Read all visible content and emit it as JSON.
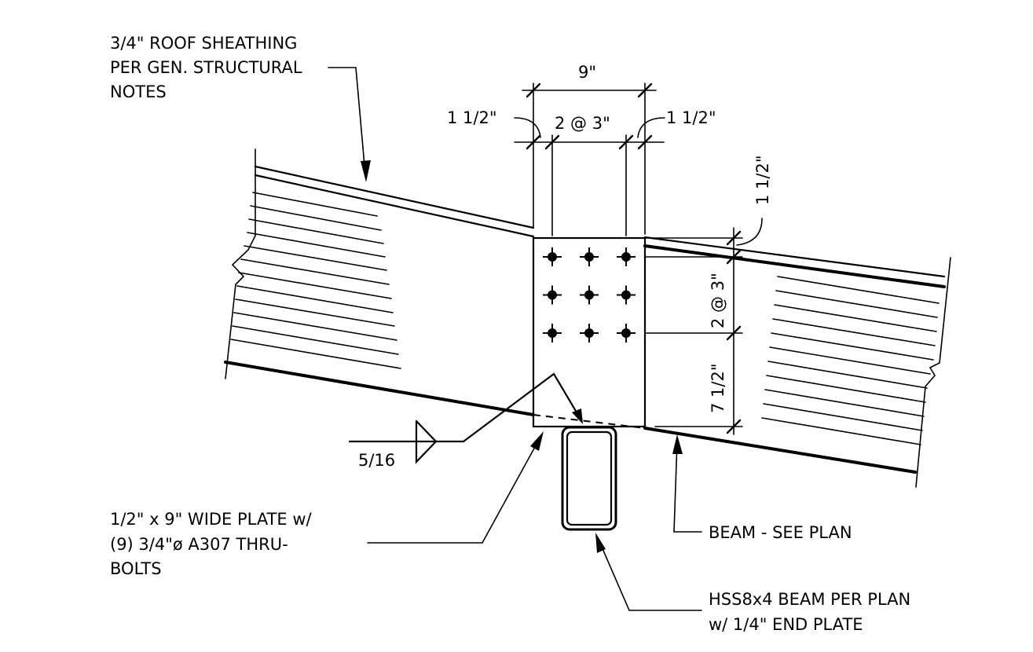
{
  "notes": {
    "sheathing": [
      "3/4\" ROOF SHEATHING",
      "PER GEN. STRUCTURAL",
      "NOTES"
    ],
    "plate": [
      "1/2\" x 9\" WIDE PLATE w/",
      "(9) 3/4\"ø A307 THRU-",
      "BOLTS"
    ],
    "beam": [
      "BEAM - SEE PLAN"
    ],
    "hss": [
      "HSS8x4 BEAM PER PLAN",
      "w/ 1/4\" END PLATE"
    ]
  },
  "weld": {
    "size": "5/16"
  },
  "dimensions": {
    "plate_width": "9\"",
    "edge_left": "1 1/2\"",
    "bolt_spacing_h": "2 @ 3\"",
    "edge_right": "1 1/2\"",
    "edge_top": "1 1/2\"",
    "bolt_spacing_v": "2 @ 3\"",
    "edge_bottom": "7 1/2\""
  },
  "bolts": {
    "rows": 3,
    "columns": 3
  }
}
